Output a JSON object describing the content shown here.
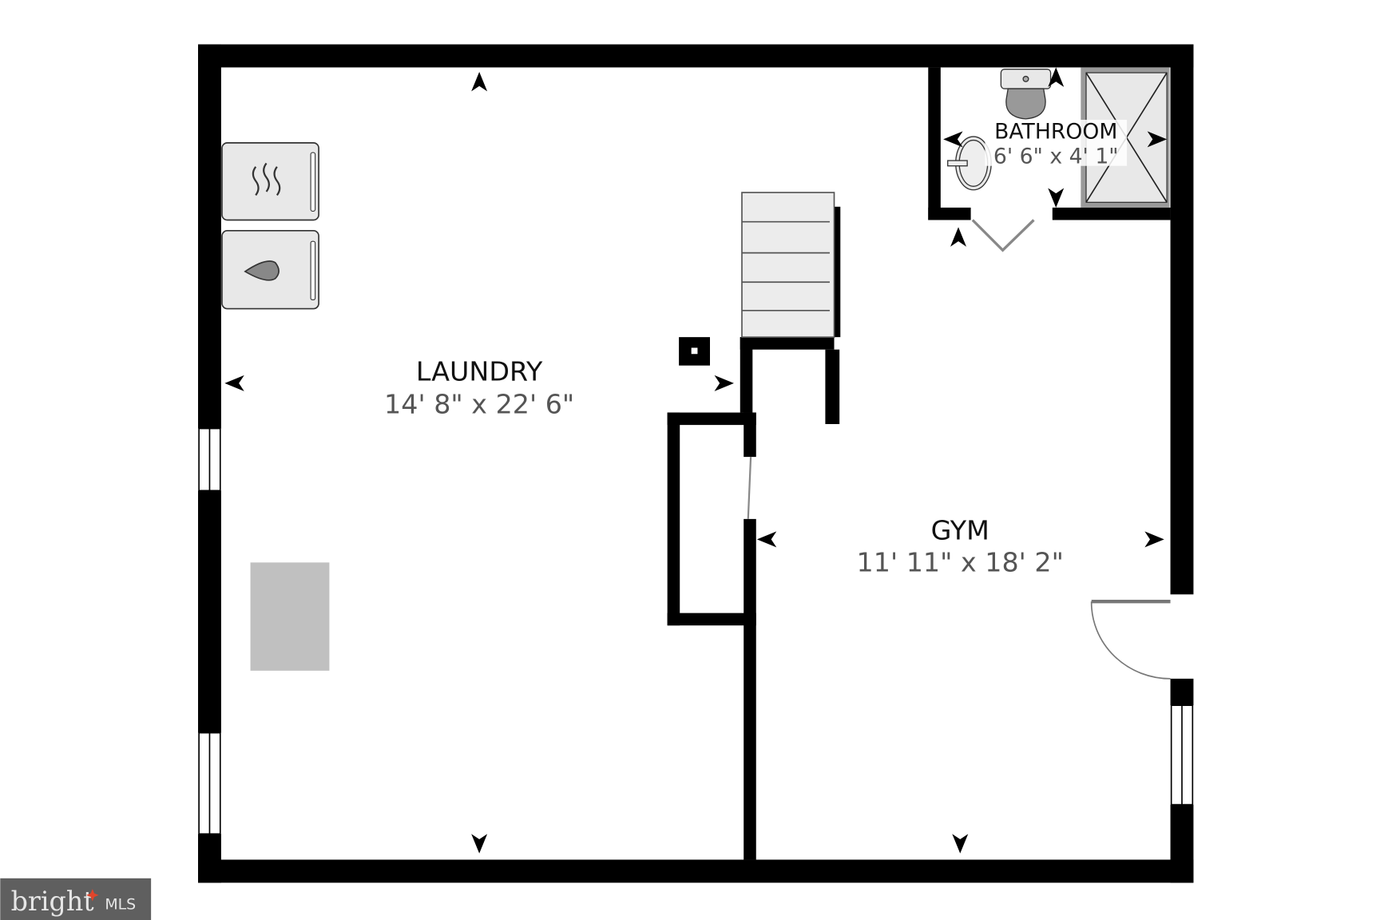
{
  "rooms": [
    {
      "name": "LAUNDRY",
      "dimensions": "14' 8\" x 22' 6\""
    },
    {
      "name": "GYM",
      "dimensions": "11' 11\" x 18' 2\""
    },
    {
      "name": "BATHROOM",
      "dimensions": "6' 6\" x 4' 1\""
    }
  ],
  "logo": {
    "brand": "bright",
    "suffix": "MLS",
    "bg_color": "#5f5f5f"
  },
  "colors": {
    "wall": "#000000",
    "fixture": "#e8e8e8",
    "gray_block": "#c0c0c0"
  }
}
